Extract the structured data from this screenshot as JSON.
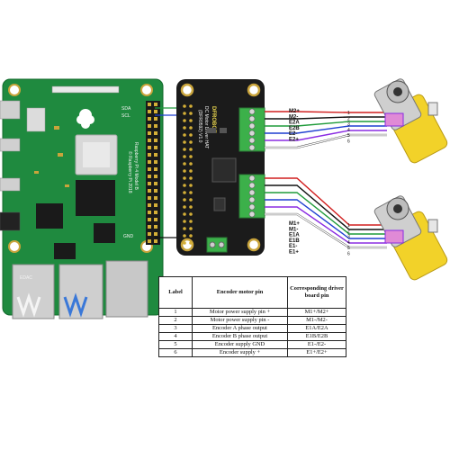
{
  "pi": {
    "sda": "SDA",
    "scl": "SCL",
    "gnd": "GND",
    "model": "Raspberry Pi 4 Model B",
    "copyright": "© Raspberry Pi 2018",
    "edac": "EDAC"
  },
  "driver": {
    "brand": "DFROBOT",
    "model": "DC Motor Driver HAT",
    "model_code": "(DFR0592) V1.0"
  },
  "upper_labels": [
    "M2+",
    "M2-",
    "E2A",
    "E2B",
    "E2-",
    "E2+"
  ],
  "lower_labels": [
    "M1+",
    "M1-",
    "E1A",
    "E1B",
    "E1-",
    "E1+"
  ],
  "pin_numbers": [
    "1",
    "2",
    "3",
    "4",
    "5",
    "6"
  ],
  "table": {
    "headers": [
      "Label",
      "Encoder motor pin",
      "Corresponding driver board pin"
    ],
    "rows": [
      [
        "1",
        "Motor power supply pin +",
        "M1+/M2+"
      ],
      [
        "2",
        "Motor power supply pin -",
        "M1-/M2-"
      ],
      [
        "3",
        "Encoder A phase output",
        "E1A/E2A"
      ],
      [
        "4",
        "Encoder B phase output",
        "E1B/E2B"
      ],
      [
        "5",
        "Encoder supply GND",
        "E1-/E2-"
      ],
      [
        "6",
        "Encoder supply +",
        "E1+/E2+"
      ]
    ]
  },
  "colors": {
    "pi_board": "#1f8a3f",
    "driver_board": "#1b1b1b",
    "terminal": "#3cb04a",
    "motor": "#f2d229",
    "wire_red": "#d11f1f",
    "wire_black": "#111111",
    "wire_green": "#1f9b3a",
    "wire_blue": "#1f3fd1",
    "wire_purple": "#8a2be2",
    "wire_white": "#ffffff"
  }
}
